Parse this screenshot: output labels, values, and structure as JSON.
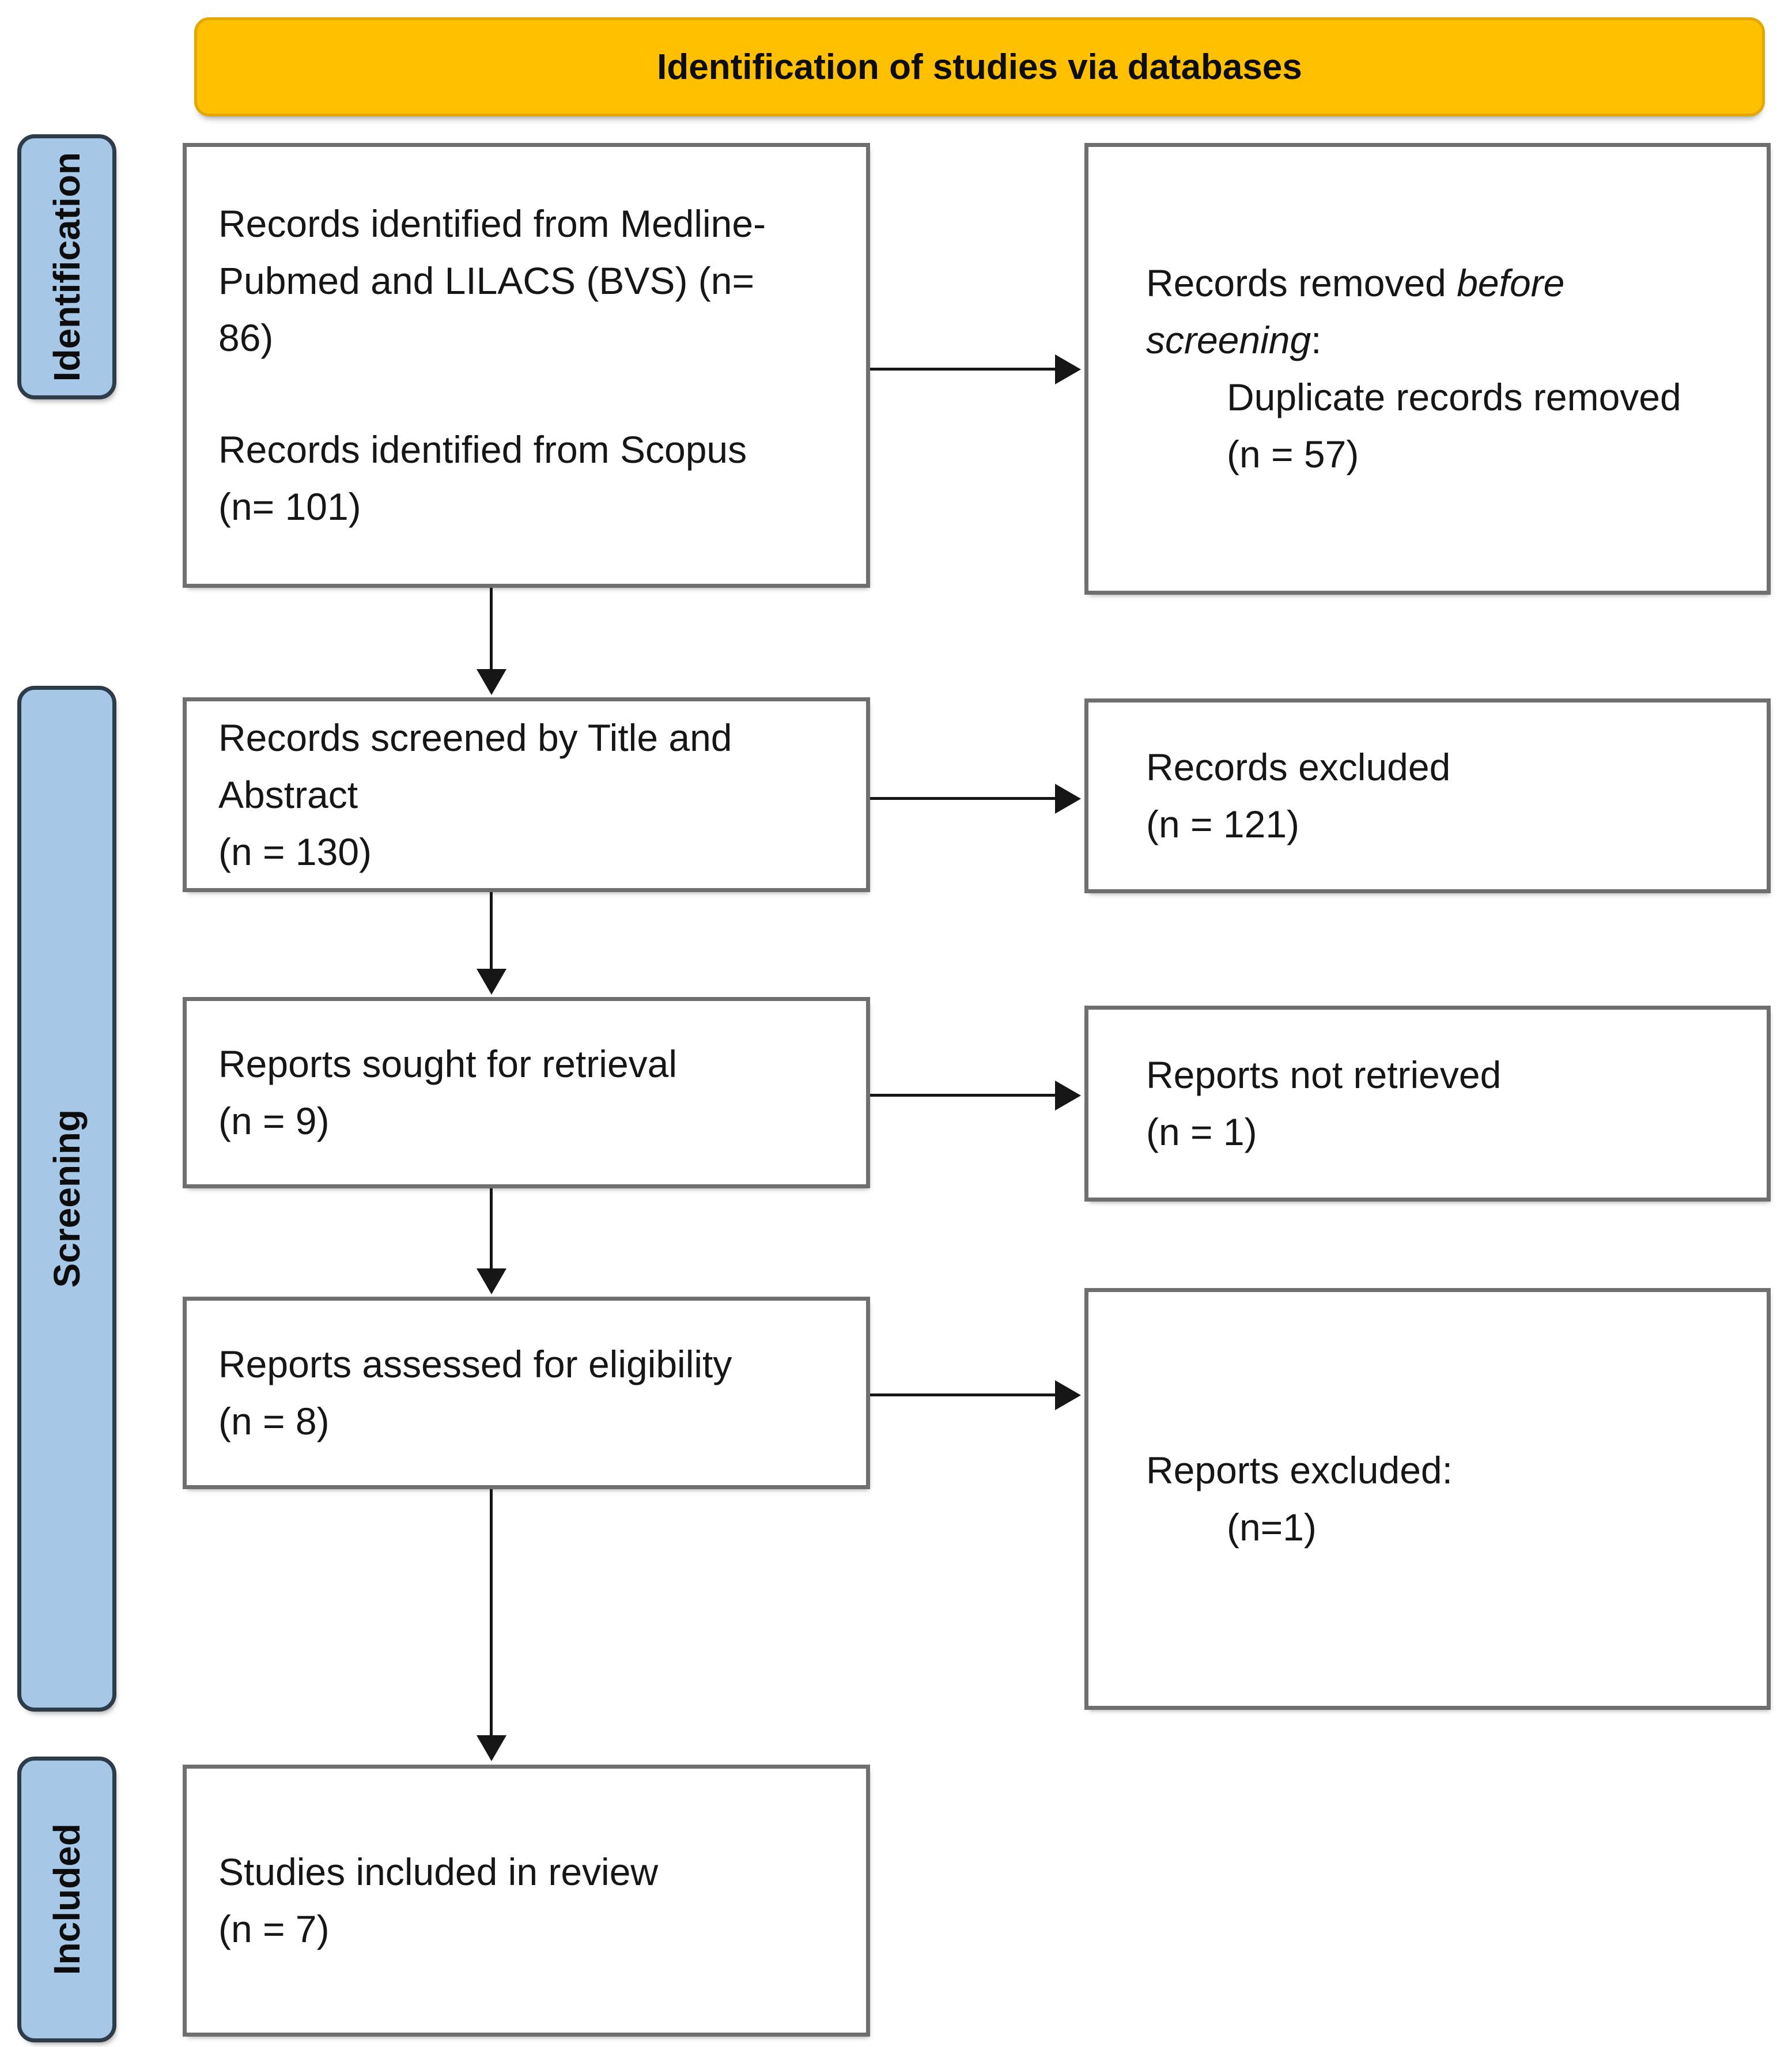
{
  "banner": {
    "title": "Identification of studies via databases"
  },
  "stages": [
    {
      "label": "Identification"
    },
    {
      "label": "Screening"
    },
    {
      "label": "Included"
    }
  ],
  "colors": {
    "banner_fill": "#FFC000",
    "stage_fill": "#A7C7E7",
    "stage_border": "#2E3B48",
    "box_border": "#6F6F6F",
    "arrow": "#161616"
  },
  "boxes": {
    "identified": {
      "para1_lines": [
        "Records identified from Medline-",
        "Pubmed and LILACS (BVS) (n=",
        "86)"
      ],
      "para2_lines": [
        "Records identified from Scopus",
        "(n= 101)"
      ]
    },
    "removed": {
      "pre": "Records removed ",
      "italic_line1": "before",
      "italic_line2": "screening",
      "post": ":",
      "detail_lines": [
        "Duplicate records removed",
        "(n = 57)"
      ]
    },
    "screened": {
      "lines": [
        "Records screened by Title and",
        "Abstract",
        "(n = 130)"
      ]
    },
    "records_excluded": {
      "lines": [
        "Records excluded",
        "(n = 121)"
      ]
    },
    "sought": {
      "lines": [
        "Reports sought for retrieval",
        "(n = 9)"
      ]
    },
    "not_retrieved": {
      "lines": [
        "Reports not retrieved",
        "(n = 1)"
      ]
    },
    "assessed": {
      "lines": [
        "Reports assessed for eligibility",
        "(n = 8)"
      ]
    },
    "reports_excluded": {
      "line1": "Reports excluded:",
      "line2": "(n=1)"
    },
    "included": {
      "lines": [
        "Studies included in review",
        "(n = 7)"
      ]
    }
  }
}
